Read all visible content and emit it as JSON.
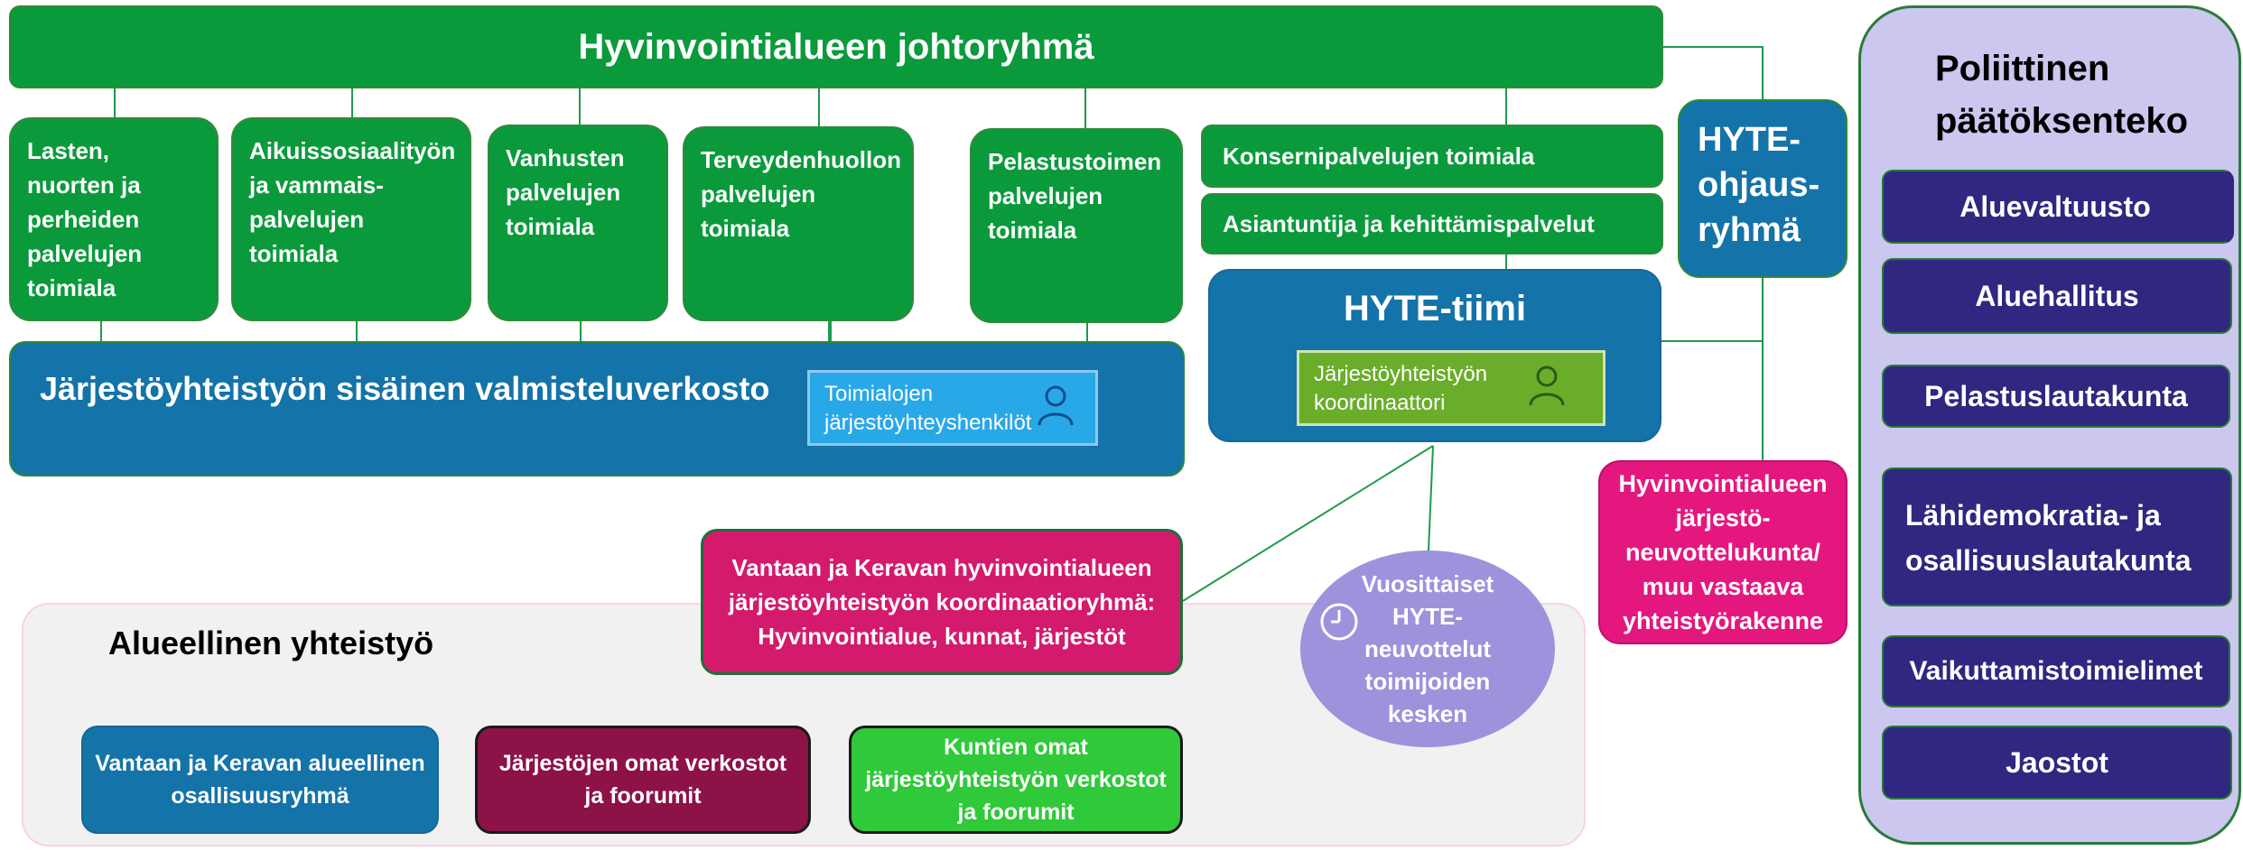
{
  "top_bar": {
    "title": "Hyvinvointialueen johtoryhmä"
  },
  "departments": [
    {
      "label": "Lasten, nuorten ja perheiden palvelujen toimiala"
    },
    {
      "label": "Aikuissosiaalityön ja vammais-palvelujen toimiala"
    },
    {
      "label": "Vanhusten palvelujen toimiala"
    },
    {
      "label": "Terveydenhuollon palvelujen toimiala"
    },
    {
      "label": "Pelastustoimen palvelujen toimiala"
    }
  ],
  "corporate": {
    "group_services": "Konsernipalvelujen toimiala",
    "expert_services": "Asiantuntija ja kehittämispalvelut"
  },
  "network": {
    "title": "Järjestöyhteistyön sisäinen valmisteluverkosto",
    "contacts": "Toimialojen järjestöyhteyshenkilöt"
  },
  "hyte_team": {
    "title": "HYTE-tiimi",
    "coordinator": "Järjestöyhteistyön koordinaattori"
  },
  "hyte_steering": {
    "label": "HYTE-ohjaus-ryhmä"
  },
  "ngo_council": {
    "label": "Hyvinvointialueen järjestö-neuvottelukunta/ muu vastaava yhteistyörakenne"
  },
  "coordination_group": {
    "label": "Vantaan ja Keravan hyvinvointialueen järjestöyhteistyön koordinaatioryhmä: Hyvinvointialue, kunnat, järjestöt"
  },
  "annual_talks": {
    "label": "Vuosittaiset HYTE-neuvottelut toimijoiden kesken"
  },
  "regional": {
    "title": "Alueellinen yhteistyö",
    "participation_group": "Vantaan ja Keravan alueellinen osallisuusryhmä",
    "ngo_networks": "Järjestöjen omat verkostot ja foorumit",
    "municipal_networks": "Kuntien omat järjestöyhteistyön verkostot ja foorumit"
  },
  "political": {
    "title": "Poliittinen päätöksenteko",
    "items": [
      {
        "label": "Aluevaltuusto"
      },
      {
        "label": "Aluehallitus"
      },
      {
        "label": "Pelastuslautakunta"
      },
      {
        "label": "Lähidemokratia- ja osallisuuslautakunta"
      },
      {
        "label": "Vaikuttamistoimielimet"
      },
      {
        "label": "Jaostot"
      }
    ]
  },
  "icons": {
    "person": "person-icon",
    "clock": "clock-icon"
  },
  "colors": {
    "green": "#0a9a3c",
    "blue": "#1473a8",
    "light_blue": "#29a8e8",
    "light_green": "#6aad2a",
    "magenta": "#e4177f",
    "dark_magenta": "#8c1247",
    "bright_green": "#2fc93a",
    "lavender": "#9c93dc",
    "political_bg": "#cbc7ee",
    "navy": "#2f2780"
  }
}
